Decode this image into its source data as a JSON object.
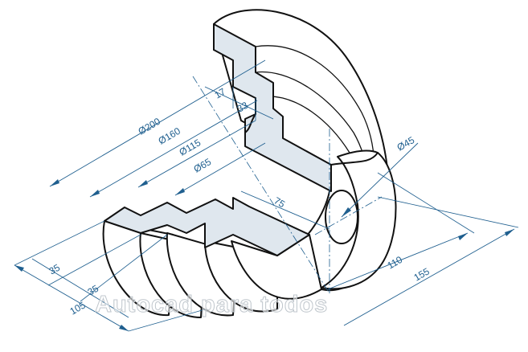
{
  "dimensions": {
    "d200": "Ø200",
    "d160": "Ø160",
    "d115": "Ø115",
    "d65": "Ø65",
    "d45": "Ø45",
    "d17": "17",
    "d33": "33",
    "d75": "75",
    "d110": "110",
    "d155": "155",
    "d35a": "35",
    "d35b": "35",
    "d105": "105"
  },
  "watermark": "Autocad para todos",
  "colors": {
    "dimension": "#1f5f8f",
    "section_fill": "#dfe7ee",
    "outline": "#111111"
  }
}
